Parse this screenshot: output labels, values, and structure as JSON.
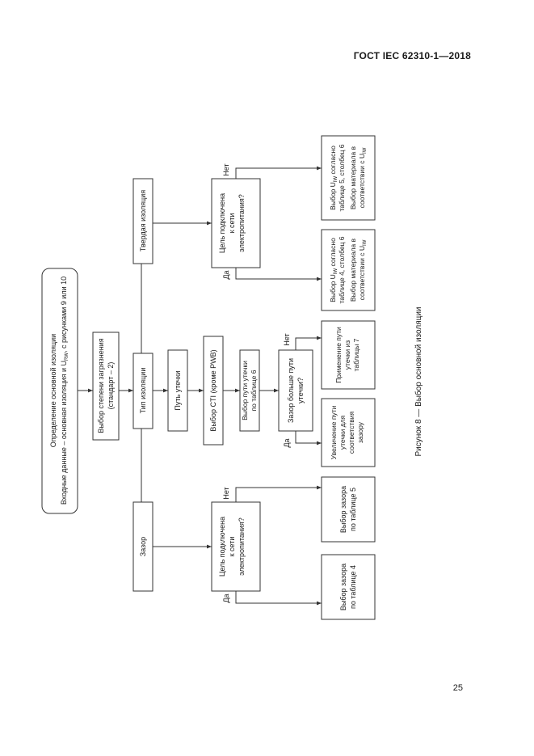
{
  "header": {
    "doc_code": "ГОСТ IEC 62310-1—2018"
  },
  "page_number": "25",
  "caption": "Рисунок 8 — Выбор основной изоляции",
  "nodes": {
    "root_line1": "Определение основной изоляции",
    "root_line2_a": "Входные данные – основная изоляция и U",
    "root_line2_sub": "RW",
    "root_line2_b": ", с рисунками 9 или 10",
    "pollution_line1": "Выбор степени загрязнения",
    "pollution_line2": "(стандарт – 2)",
    "insulation_type": "Тип изоляции",
    "clearance": "Зазор",
    "solid": "Твердая изоляция",
    "creepage": "Путь утечки",
    "cti": "Выбор CTI (кроме PWB)",
    "creepage_table_line1": "Выбор пути утечки",
    "creepage_table_line2": "по таблице 6",
    "gap_q_line1": "Зазор больше пути",
    "gap_q_line2": "утечки?",
    "increase_line1": "Увеличение пути",
    "increase_line2": "утечки для",
    "increase_line3": "соответствия",
    "increase_line4": "зазору",
    "apply_line1": "Применение пути",
    "apply_line2": "утечки из",
    "apply_line3": "таблицы 7",
    "mains_q_line1": "Цель подключена",
    "mains_q_line2": "к сети",
    "mains_q_line3": "электропитания?",
    "clear_t4_line1": "Выбор зазора",
    "clear_t4_line2": "по таблице 4",
    "clear_t5_line1": "Выбор зазора",
    "clear_t5_line2": "по таблице 5",
    "solid_t4_line1_a": "Выбор U",
    "solid_t4_line1_sub": "IW",
    "solid_t4_line1_b": " согласно",
    "solid_t4_line2": "таблице 4, столбец 6",
    "solid_t5_line1_a": "Выбор U",
    "solid_t5_line1_sub": "IW",
    "solid_t5_line1_b": " согласно",
    "solid_t5_line2": "таблице 5, столбец 6",
    "material_line1": "Выбор материала в",
    "material_line2_a": "соответствии с U",
    "material_line2_sub": "IW"
  },
  "labels": {
    "yes": "Да",
    "no": "Нет"
  }
}
